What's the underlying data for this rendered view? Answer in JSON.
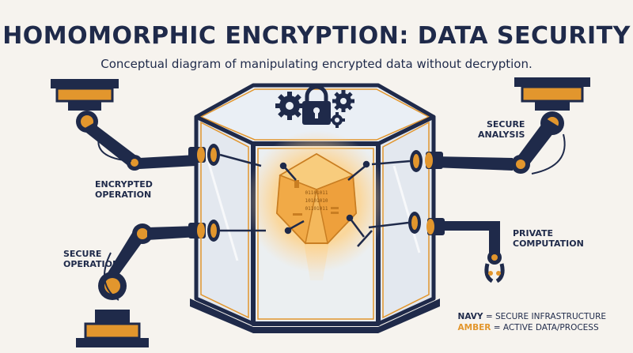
{
  "title": "HOMOMORPHIC ENCRYPTION: DATA SECURITY",
  "subtitle": "Conceptual diagram of manipulating encrypted data without decryption.",
  "labels": {
    "encrypted_operation": [
      "ENCRYPTED",
      "OPERATION"
    ],
    "secure_operation": [
      "SECURE",
      "OPERATION"
    ],
    "secure_analysis": [
      "SECURE",
      "ANALYSIS"
    ],
    "private_computation": [
      "PRIVATE",
      "COMPUTATION"
    ]
  },
  "legend": {
    "navy_key": "NAVY",
    "navy_text": "= SECURE INFRASTRUCTURE",
    "amber_key": "AMBER",
    "amber_text": "= ACTIVE DATA/PROCESS"
  },
  "colors": {
    "navy": "#1f2a4a",
    "amber": "#e2962d",
    "glass": "#dfe6ef",
    "background": "#f6f3ee"
  },
  "core_digits": [
    "01101011",
    "10101010",
    "01101011"
  ]
}
